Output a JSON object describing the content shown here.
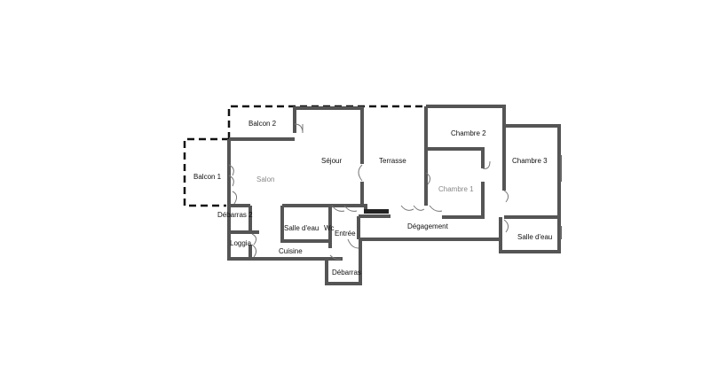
{
  "rooms": {
    "balcon_2": "Balcon 2",
    "balcon_1": "Balcon 1",
    "salon": "Salon",
    "sejour": "Séjour",
    "terrasse": "Terrasse",
    "chambre_2": "Chambre 2",
    "chambre_3": "Chambre 3",
    "chambre_1": "Chambre 1",
    "debarras_2": "Débarras 2",
    "loggia": "Loggia",
    "salle_d_eau_1": "Salle d'eau",
    "wc": "Wc",
    "entree": "Entrée",
    "degagement": "Dégagement",
    "salle_d_eau_2": "Salle d'eau",
    "cuisine": "Cuisine",
    "debarras": "Débarras"
  },
  "colors": {
    "wall": "#555555",
    "dashed_outline": "#111111",
    "background": "#ffffff"
  }
}
